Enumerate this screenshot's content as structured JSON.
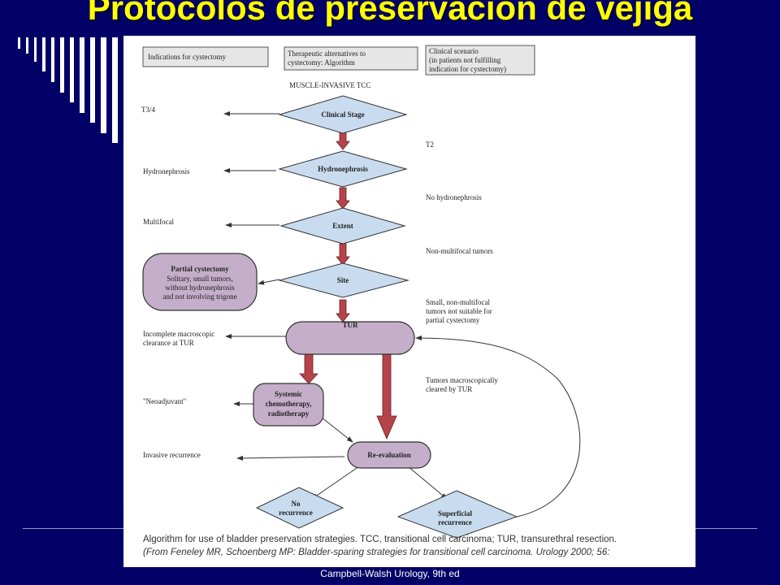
{
  "slide": {
    "title": "Protocolos de preservación de vejiga",
    "source": "Campbell-Walsh Urology, 9th ed"
  },
  "colors": {
    "background": "#000066",
    "title": "#ffff00",
    "diamond_fill": "#c9dcef",
    "rounded_fill": "#c4aec9",
    "arrow_fill": "#b5444a"
  },
  "diagram": {
    "header_boxes": [
      "Indications for cystectomy",
      [
        "Therapeutic alternatives to",
        "cystectomy: Algorithm"
      ],
      [
        "Clinical scenario",
        "(in  patients  not  fulfilling",
        "indication for cystectomy)"
      ]
    ],
    "top_label": "MUSCLE-INVASIVE TCC",
    "nodes": {
      "clinical_stage": "Clinical Stage",
      "hydronephrosis": "Hydronephrosis",
      "extent": "Extent",
      "site": "Site",
      "tur": "TUR",
      "systemic": [
        "Systemic",
        "chemotherapy,",
        "radiotherapy"
      ],
      "reevaluation": "Re-evaluation",
      "no_recurrence": [
        "No",
        "recurrence"
      ],
      "superficial": [
        "Superficial",
        "recurrence"
      ],
      "partial_cystectomy": [
        "Partial cystectomy",
        "Solitary, small tumors,",
        "without hydronephrosis",
        "and not involving trigone"
      ]
    },
    "left_labels": {
      "t34": "T3/4",
      "hydronephrosis": "Hydronephrosis",
      "multifocal": "Multifocal",
      "incomplete": [
        "Incomplete macroscopic",
        "clearance at TUR"
      ],
      "neoadjuvant": "\"Neoadjuvant\"",
      "invasive": "Invasive recurrence"
    },
    "right_labels": {
      "t2": "T2",
      "no_hydro": "No hydronephrosis",
      "non_multifocal": "Non-multifocal tumors",
      "small": [
        "Small, non-multifocal",
        "tumors not suitable for",
        "partial cystectomy"
      ],
      "cleared": [
        "Tumors macroscopically",
        "cleared by TUR"
      ]
    },
    "caption_lines": [
      "Algorithm for use of bladder preservation strategies. TCC, transitional cell carcinoma; TUR, transurethral resection.",
      "(From Feneley MR, Schoenberg MP: Bladder-sparing strategies for transitional cell carcinoma. Urology 2000; 56:"
    ]
  }
}
